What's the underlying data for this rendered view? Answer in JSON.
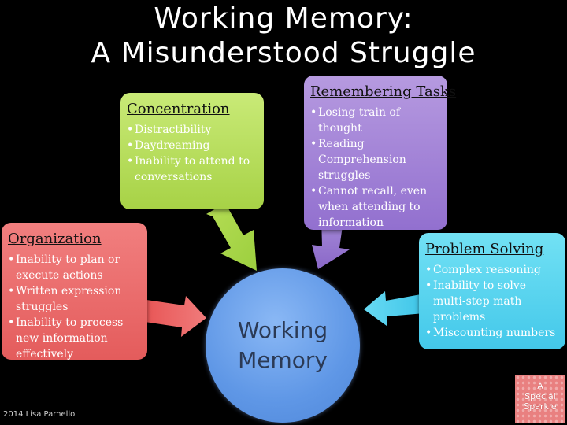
{
  "title": {
    "line1": "Working Memory:",
    "line2": "A Misunderstood Struggle"
  },
  "center": {
    "line1": "Working",
    "line2": "Memory",
    "color": "#6a9fe8"
  },
  "boxes": {
    "concentration": {
      "heading": "Concentration",
      "items": [
        "Distractibility",
        "Daydreaming",
        "Inability to attend to conversations"
      ],
      "color": "#b6dc5a"
    },
    "remembering": {
      "heading": "Remembering Tasks",
      "items": [
        "Losing train of thought",
        "Reading Comprehension struggles",
        "Cannot recall, even when attending to information"
      ],
      "color": "#a585d8"
    },
    "organization": {
      "heading": "Organization",
      "items": [
        "Inability to plan or execute actions",
        "Written expression struggles",
        "Inability to process new information effectively"
      ],
      "color": "#ea6b6b"
    },
    "problem_solving": {
      "heading": "Problem Solving",
      "items": [
        "Complex reasoning",
        "Inability to solve multi-step math problems",
        "Miscounting numbers"
      ],
      "color": "#55d2ee"
    }
  },
  "footer": {
    "copyright": "2014 Lisa Parnello"
  },
  "logo": {
    "line1": "A",
    "line2": "Special",
    "line3": "Sparkle"
  }
}
